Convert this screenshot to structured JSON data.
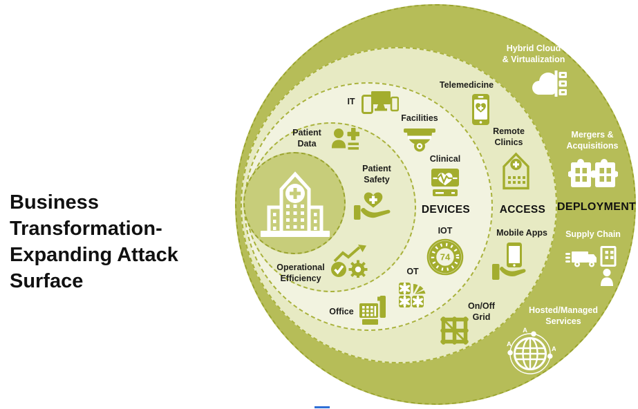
{
  "title_lines": [
    "Business",
    "Transformation-",
    "Expanding Attack",
    "Surface"
  ],
  "zone_labels": {
    "devices": "DEVICES",
    "access": "ACCESS",
    "deployment": "DEPLOYMENT"
  },
  "items": {
    "patient_data": {
      "line1": "Patient",
      "line2": "Data"
    },
    "patient_safety": {
      "line1": "Patient",
      "line2": "Safety"
    },
    "operational_efficiency": {
      "line1": "Operational",
      "line2": "Efficiency"
    },
    "it": {
      "line1": "IT"
    },
    "facilities": {
      "line1": "Facilities"
    },
    "clinical": {
      "line1": "Clinical"
    },
    "iot": {
      "line1": "IOT",
      "gauge_value": "74"
    },
    "ot": {
      "line1": "OT"
    },
    "office": {
      "line1": "Office"
    },
    "telemedicine": {
      "line1": "Telemedicine"
    },
    "remote_clinics": {
      "line1": "Remote",
      "line2": "Clinics"
    },
    "mobile_apps": {
      "line1": "Mobile Apps"
    },
    "on_off_grid": {
      "line1": "On/Off",
      "line2": "Grid"
    },
    "hybrid_cloud": {
      "line1": "Hybrid Cloud",
      "line2": "& Virtualization"
    },
    "mergers": {
      "line1": "Mergers &",
      "line2": "Acquisitions"
    },
    "supply_chain": {
      "line1": "Supply Chain"
    },
    "hosted_managed": {
      "line1": "Hosted/Managed",
      "line2": "Services"
    }
  },
  "globe_orbit_labels": {
    "top": "A",
    "left": "A",
    "right": "A"
  },
  "colors": {
    "outer_ring": "#b6bd58",
    "access_ring": "#e7eac3",
    "devices_ring": "#f2f3e0",
    "core_zone": "#e9ecca",
    "hospital_circle": "#c7cd7a",
    "ring_border": "#a9b23c",
    "outer_ring_border": "#9aa42e",
    "icon_olive": "#a3ad2e",
    "label_text": "#1d1d1b",
    "deployment_text": "#ffffff",
    "title_text": "#111111",
    "bottom_mark": "#2e6fd6"
  }
}
